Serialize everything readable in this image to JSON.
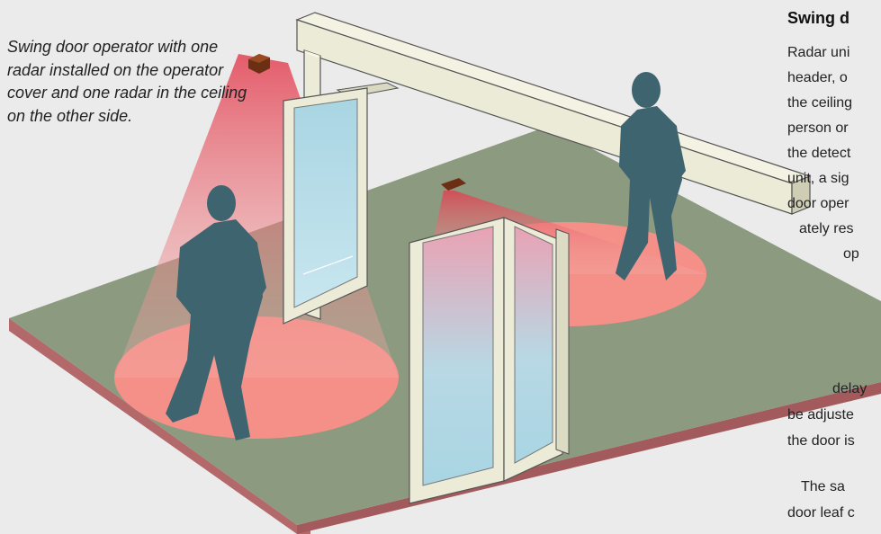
{
  "caption": "Swing door operator with one radar installed on the operator cover and one radar in the ceiling on the other side.",
  "side_panel": {
    "title": "Swing d",
    "lines": [
      "Radar uni",
      "header, o",
      "the ceiling",
      "person or",
      "the detect",
      "unit, a sig",
      "door oper",
      "ately res",
      "op",
      "delay",
      "be adjuste",
      "the door is",
      "The sa",
      "door leaf c"
    ]
  },
  "colors": {
    "background": "#ebebeb",
    "floor": "#8c9a80",
    "floor_edge": "#b3686a",
    "beam": "#e4505c",
    "detection_zone": "#f49088",
    "frame": "#ecebd7",
    "glass": "#a9d5e3",
    "person": "#3e6470",
    "radar_unit": "#6b2f14"
  },
  "icons": [
    "radar-unit-icon",
    "person-walking-icon"
  ]
}
